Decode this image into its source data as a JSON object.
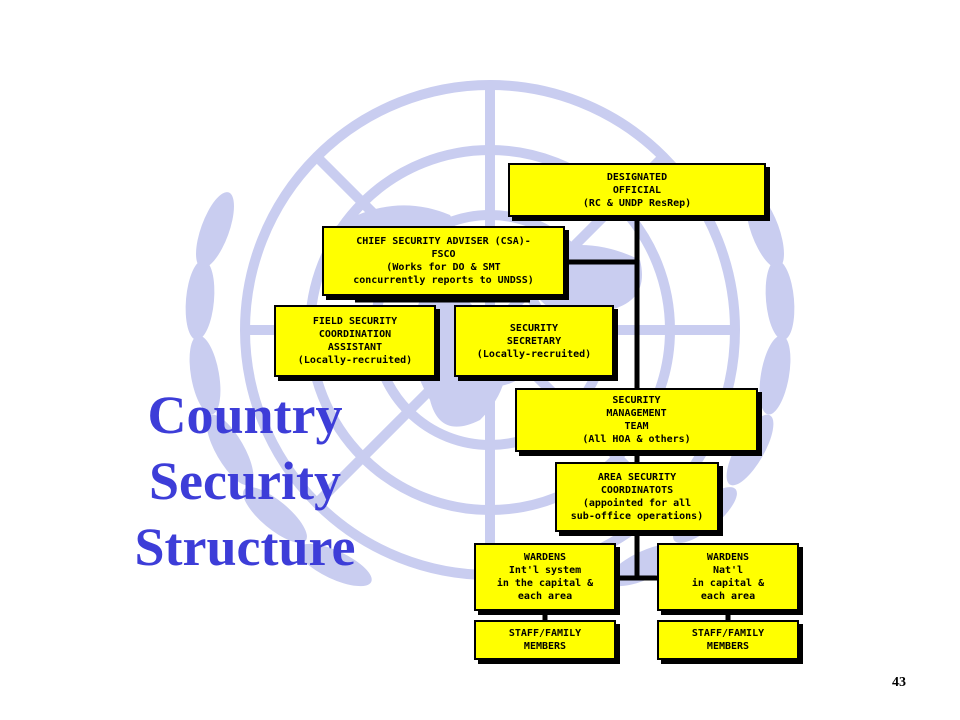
{
  "slide": {
    "title_lines": [
      "Country",
      "Security",
      "Structure"
    ],
    "page_number": "43"
  },
  "colors": {
    "box_fill": "#ffff00",
    "box_border": "#000000",
    "title_text": "#3d3dd8",
    "emblem": "#c9cdf0"
  },
  "org_chart": {
    "designated_official": {
      "lines": [
        "DESIGNATED",
        "OFFICIAL",
        "(RC & UNDP ResRep)"
      ]
    },
    "chief_security_adviser": {
      "lines": [
        "CHIEF SECURITY ADVISER (CSA)-",
        "FSCO",
        "(Works for DO & SMT",
        "concurrently reports to UNDSS)"
      ]
    },
    "field_security_assistant": {
      "lines": [
        "FIELD SECURITY",
        "COORDINATION",
        "ASSISTANT",
        "(Locally-recruited)"
      ]
    },
    "security_secretary": {
      "lines": [
        "SECURITY",
        "SECRETARY",
        "(Locally-recruited)"
      ]
    },
    "security_management_team": {
      "lines": [
        "SECURITY",
        "MANAGEMENT",
        "TEAM",
        "(All HOA & others)"
      ]
    },
    "area_security_coordinators": {
      "lines": [
        "AREA SECURITY",
        "COORDINATOTS",
        "(appointed for all",
        "sub-office operations)"
      ]
    },
    "wardens_intl": {
      "lines": [
        "WARDENS",
        "Int'l system",
        "in the capital &",
        "each area"
      ]
    },
    "wardens_natl": {
      "lines": [
        "WARDENS",
        "Nat'l",
        "in capital &",
        "each area"
      ]
    },
    "staff_family_left": {
      "lines": [
        "STAFF/FAMILY",
        "MEMBERS"
      ]
    },
    "staff_family_right": {
      "lines": [
        "STAFF/FAMILY",
        "MEMBERS"
      ]
    }
  }
}
